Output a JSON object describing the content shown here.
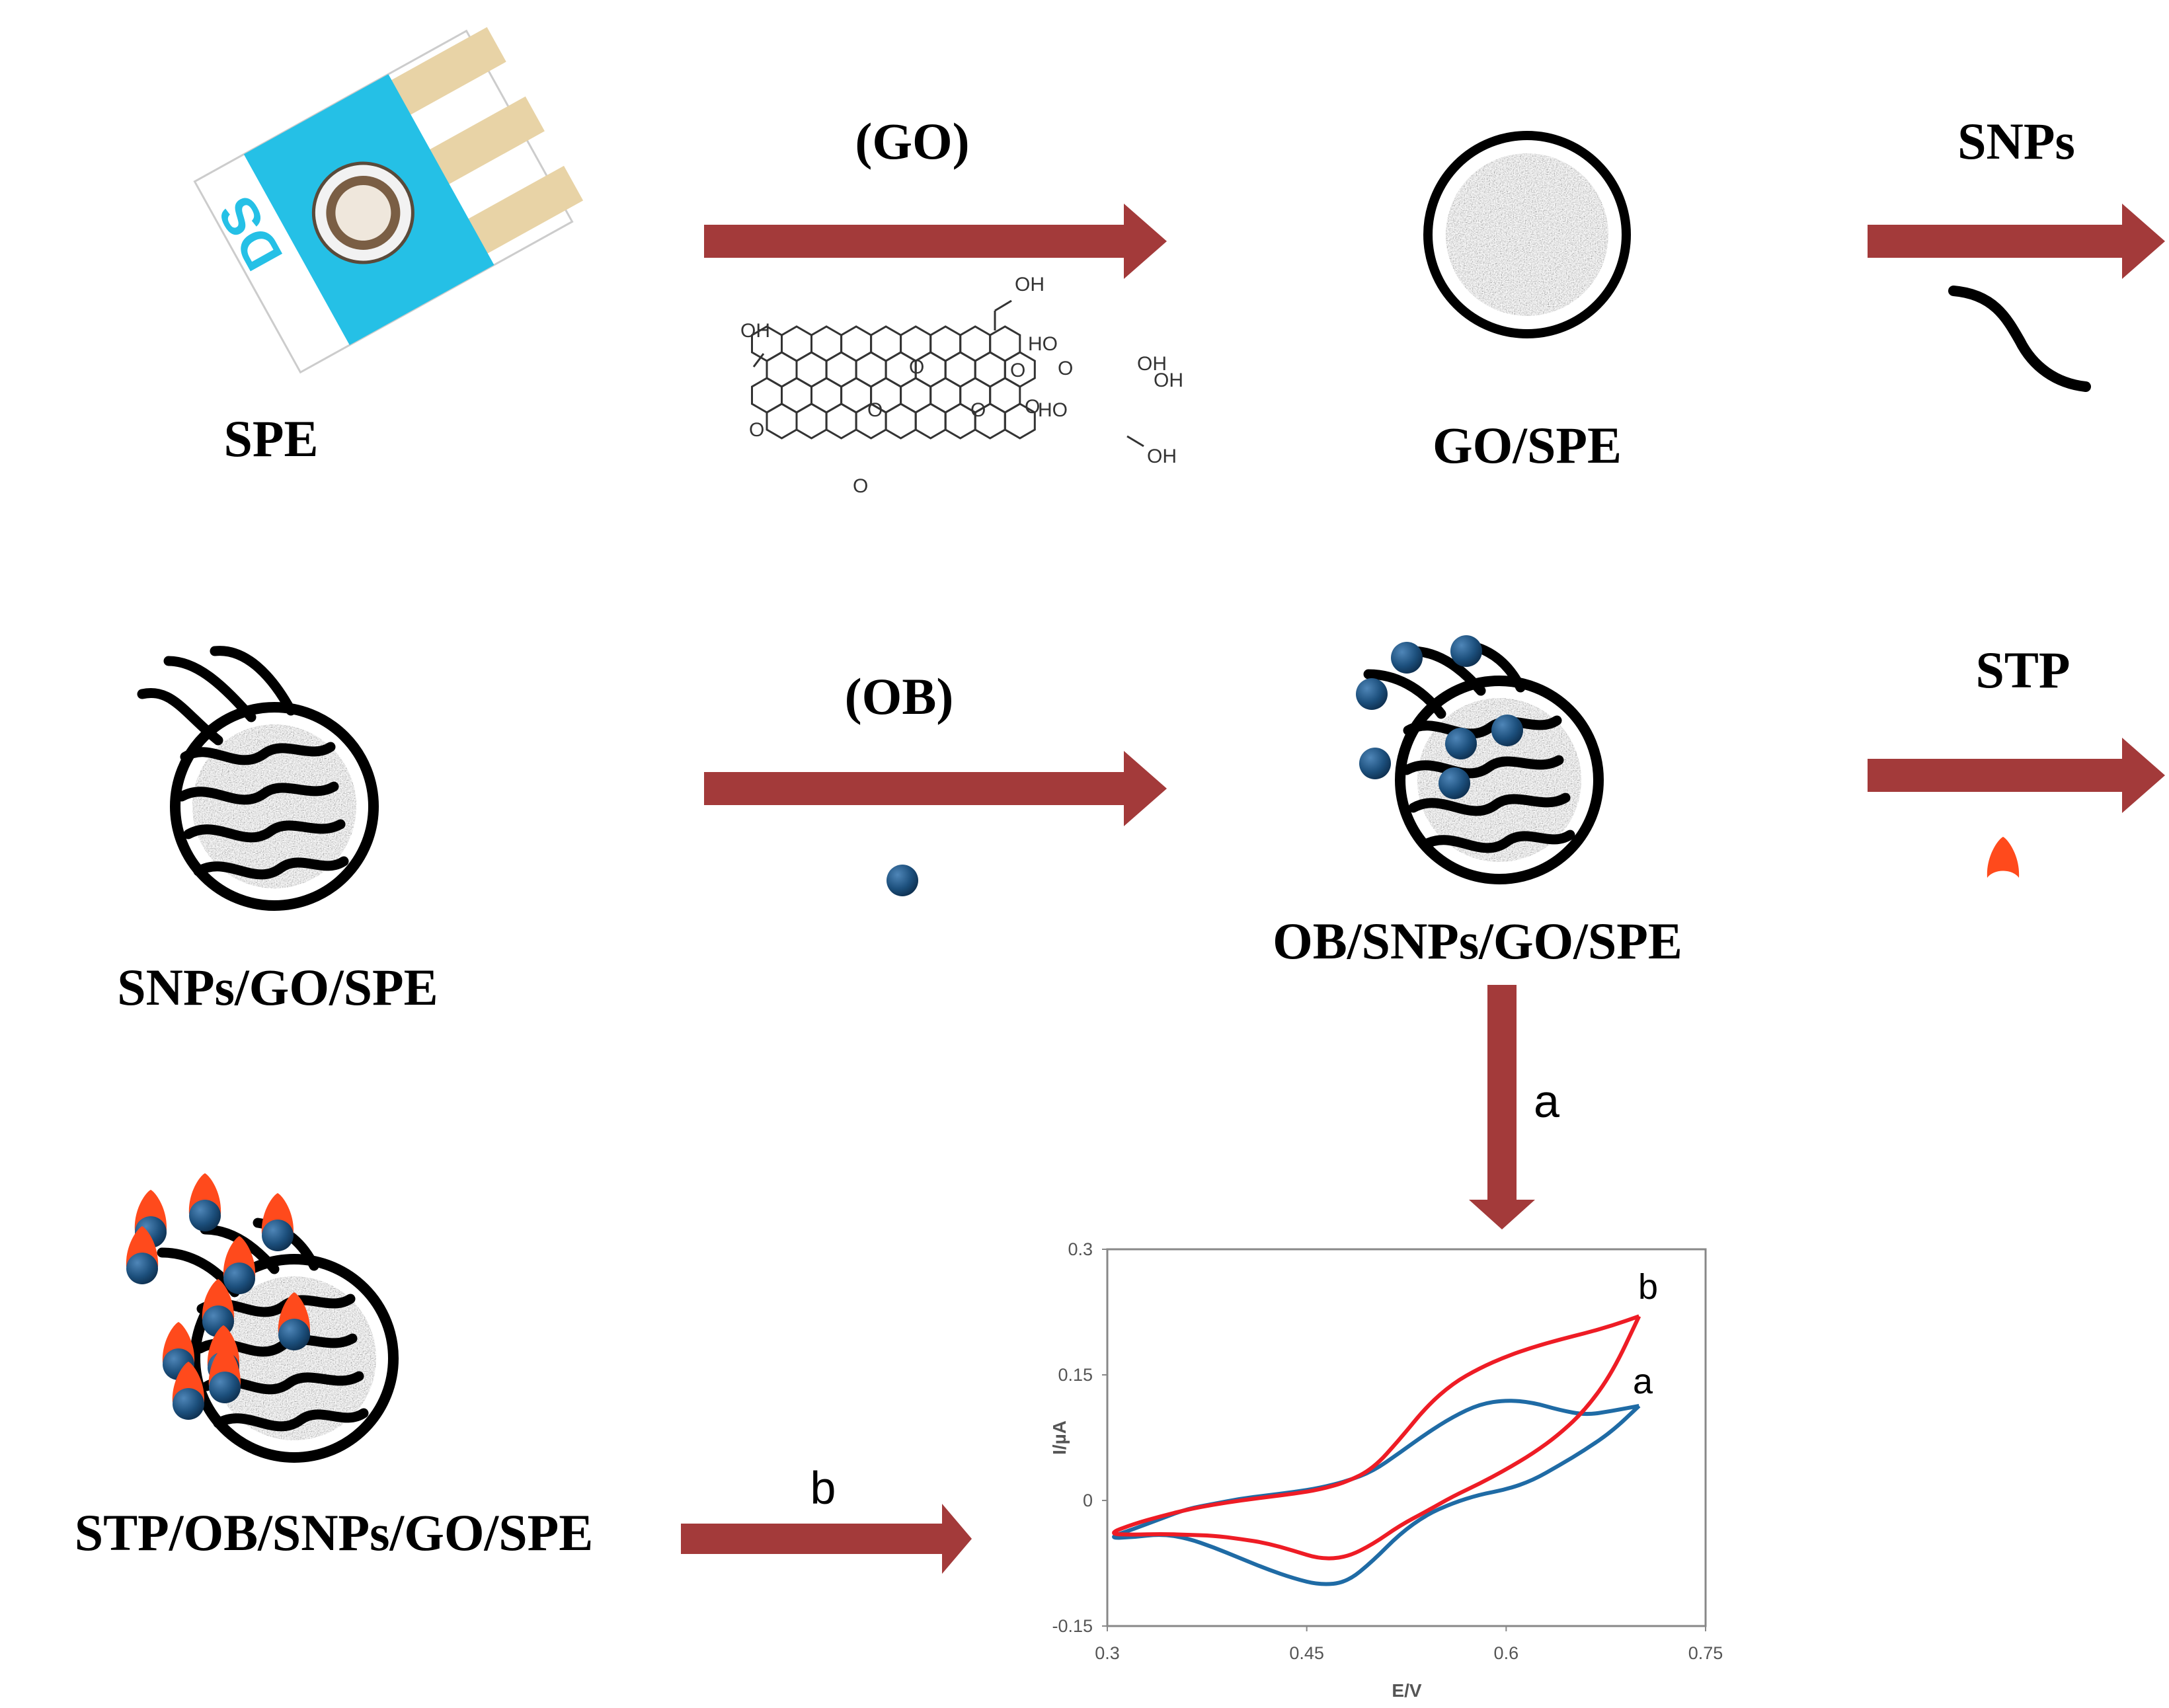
{
  "labels": {
    "spe": "SPE",
    "go_step": "(GO)",
    "go_spe": "GO/SPE",
    "snps_step": "SNPs",
    "snps_go_spe": "SNPs/GO/SPE",
    "ob_step": "(OB)",
    "ob_snps_go_spe": "OB/SNPs/GO/SPE",
    "stp_step": "STP",
    "stp_ob_snps_go_spe": "STP/OB/SNPs/GO/SPE",
    "arrow_a": "a",
    "arrow_b": "b",
    "electrode_print": "DS"
  },
  "go_molecule": {
    "groups": [
      "OH",
      "OH",
      "OH",
      "OH",
      "OH",
      "HO",
      "HO",
      "O",
      "O",
      "O",
      "O",
      "O",
      "O",
      "O",
      "O"
    ]
  },
  "colors": {
    "arrow": "#a33a3a",
    "ob_ball": "#1c4f7c",
    "stp_cap": "#ff4a1c",
    "curve_a": "#1f6ba5",
    "curve_b": "#ee1c25",
    "electrode_cyan": "#25c0e6"
  },
  "chart_data": {
    "type": "line",
    "title": "",
    "xlabel": "E/V",
    "ylabel": "I/µA",
    "xlim": [
      0.3,
      0.75
    ],
    "ylim": [
      -0.15,
      0.3
    ],
    "xticks": [
      "0.3",
      "0.45",
      "0.6",
      "0.75"
    ],
    "yticks": [
      "-0.15",
      "0",
      "0.15",
      "0.3"
    ],
    "grid": false,
    "legend": "none",
    "series": [
      {
        "name": "a",
        "color": "#1f6ba5",
        "x": [
          0.7,
          0.68,
          0.66,
          0.64,
          0.62,
          0.6,
          0.58,
          0.56,
          0.54,
          0.52,
          0.5,
          0.48,
          0.46,
          0.44,
          0.42,
          0.4,
          0.38,
          0.36,
          0.34,
          0.32,
          0.3,
          0.32,
          0.34,
          0.36,
          0.38,
          0.4,
          0.42,
          0.44,
          0.46,
          0.48,
          0.5,
          0.52,
          0.54,
          0.56,
          0.58,
          0.6,
          0.62,
          0.64,
          0.66,
          0.68,
          0.7
        ],
        "y": [
          0.113,
          0.107,
          0.102,
          0.108,
          0.117,
          0.12,
          0.115,
          0.1,
          0.08,
          0.057,
          0.035,
          0.023,
          0.015,
          0.01,
          0.006,
          0.002,
          -0.004,
          -0.01,
          -0.022,
          -0.034,
          -0.045,
          -0.044,
          -0.04,
          -0.045,
          -0.056,
          -0.069,
          -0.082,
          -0.093,
          -0.101,
          -0.098,
          -0.072,
          -0.04,
          -0.017,
          -0.003,
          0.007,
          0.013,
          0.024,
          0.042,
          0.061,
          0.083,
          0.113
        ]
      },
      {
        "name": "b",
        "color": "#ee1c25",
        "x": [
          0.7,
          0.68,
          0.66,
          0.64,
          0.62,
          0.6,
          0.58,
          0.56,
          0.54,
          0.52,
          0.5,
          0.48,
          0.46,
          0.44,
          0.42,
          0.4,
          0.38,
          0.36,
          0.34,
          0.32,
          0.3,
          0.32,
          0.34,
          0.36,
          0.38,
          0.4,
          0.42,
          0.44,
          0.46,
          0.48,
          0.5,
          0.52,
          0.54,
          0.56,
          0.58,
          0.6,
          0.62,
          0.64,
          0.66,
          0.68,
          0.7
        ],
        "y": [
          0.22,
          0.209,
          0.2,
          0.192,
          0.183,
          0.172,
          0.158,
          0.14,
          0.112,
          0.073,
          0.038,
          0.022,
          0.013,
          0.008,
          0.004,
          0.0,
          -0.005,
          -0.011,
          -0.019,
          -0.028,
          -0.04,
          -0.041,
          -0.04,
          -0.041,
          -0.042,
          -0.046,
          -0.051,
          -0.06,
          -0.07,
          -0.068,
          -0.052,
          -0.03,
          -0.013,
          0.005,
          0.02,
          0.037,
          0.056,
          0.079,
          0.109,
          0.153,
          0.22
        ]
      }
    ],
    "annotations": [
      "a",
      "b"
    ]
  }
}
